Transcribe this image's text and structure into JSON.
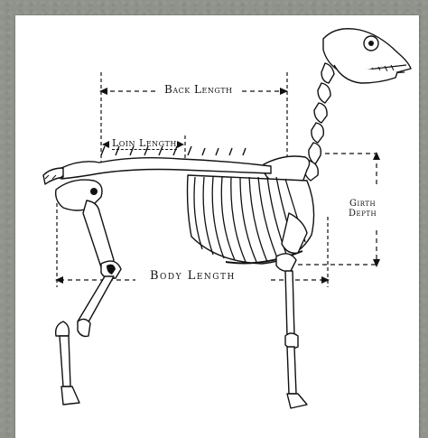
{
  "labels": {
    "back_length": "Back Length",
    "loin_length": "Loin Length",
    "girth_line1": "Girth",
    "girth_line2": "Depth",
    "body_length": "Body Length"
  }
}
